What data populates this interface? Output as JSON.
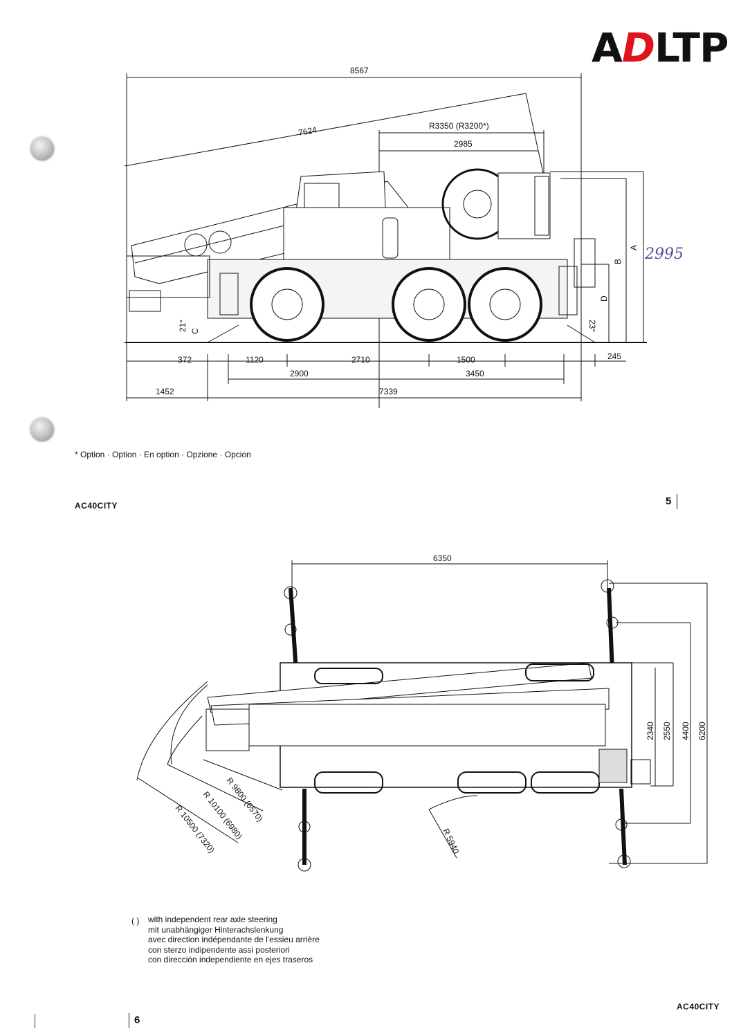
{
  "logo": {
    "part1": "A",
    "part2": "D",
    "part3": "LTP"
  },
  "side_view": {
    "dims_top": [
      "8567",
      "7624",
      "R3350 (R3200*)",
      "2985"
    ],
    "dims_right_letters": [
      "A",
      "B",
      "D"
    ],
    "angles": [
      "21°",
      "23°"
    ],
    "letter_c": "C",
    "dims_bottom_row1": [
      "372",
      "1120",
      "2710",
      "1500",
      "245"
    ],
    "dims_bottom_row2": [
      "2900",
      "3450"
    ],
    "dims_bottom_row3": [
      "1452",
      "7339"
    ],
    "handwritten": "2995"
  },
  "option_note": "* Option · Option · En option · Opzione · Opcion",
  "brand_mark": "AC40CITY",
  "page_number_top": "5",
  "top_view": {
    "dim_top": "6350",
    "dims_right": [
      "2340",
      "2550",
      "4400",
      "6200"
    ],
    "radii": [
      "R 9800 (6570)",
      "R 10100 (6980)",
      "R 10500 (7320)",
      "R 5940"
    ]
  },
  "legend": {
    "symbol": "( )",
    "lines": [
      "with independent rear axle steering",
      "mit unabhängiger Hinterachslenkung",
      "avec direction indépendante de l'essieu arrière",
      "con sterzo indipendente assi posteriori",
      "con dirección independiente en ejes traseros"
    ]
  },
  "page_number_bottom": "6"
}
